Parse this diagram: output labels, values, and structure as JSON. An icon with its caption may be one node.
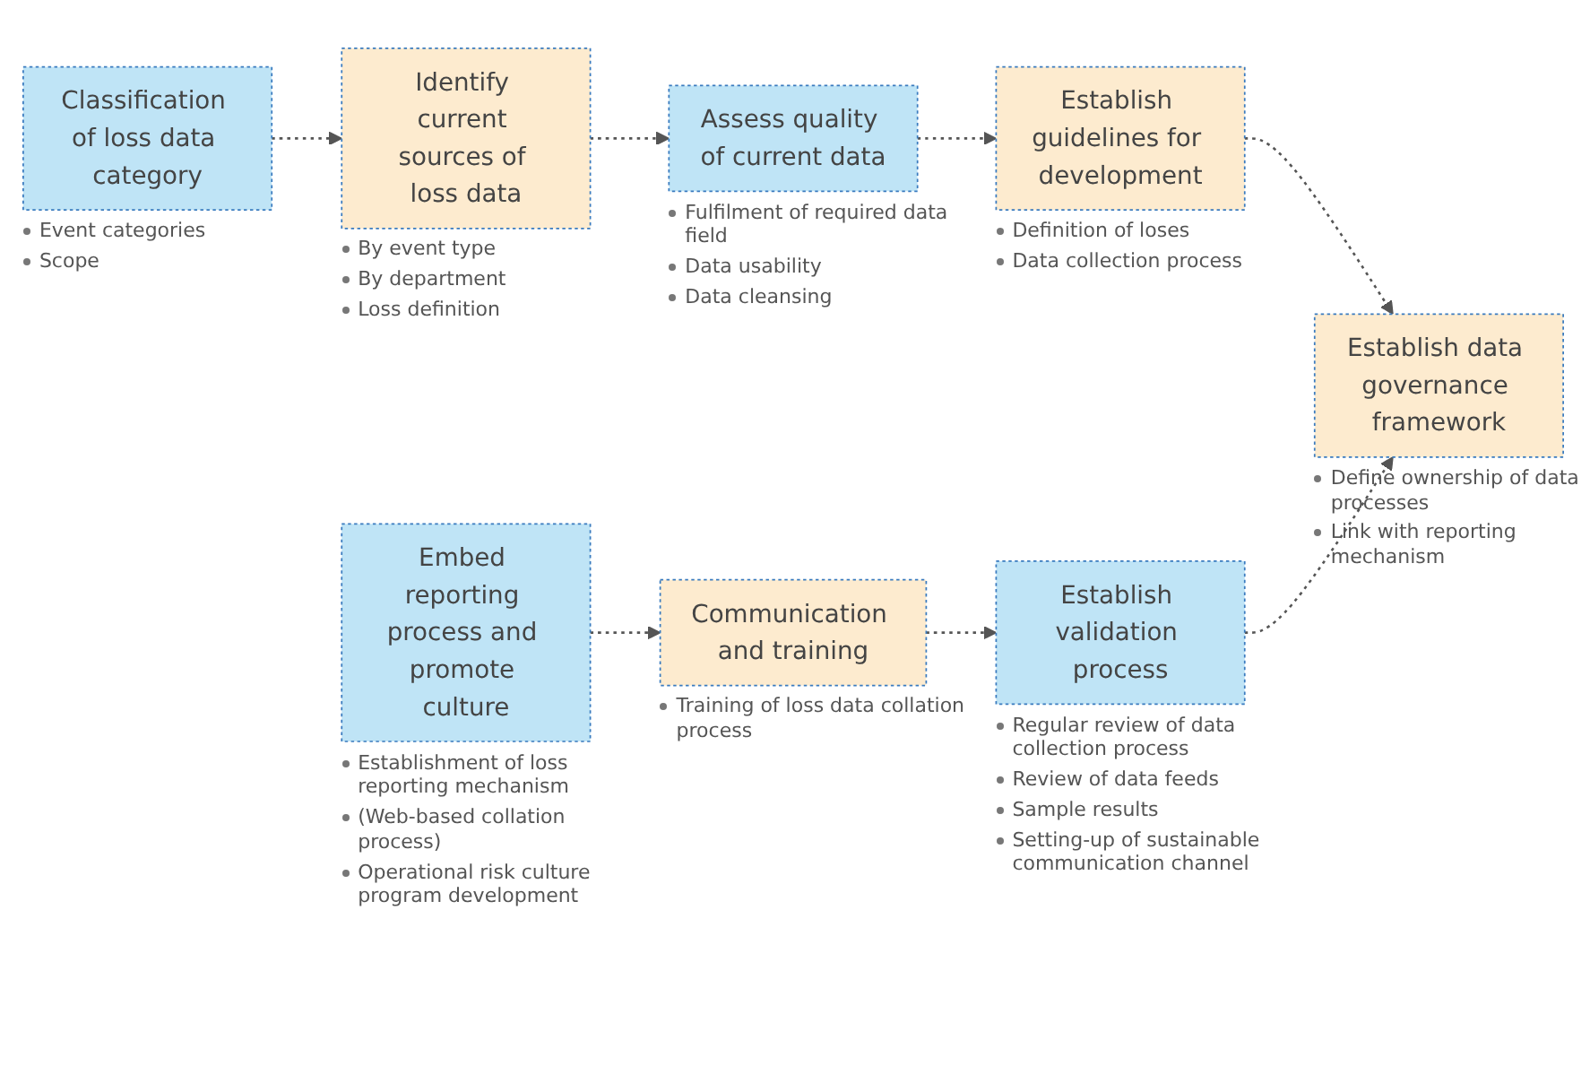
{
  "diagram": {
    "nodes": [
      {
        "text": [
          "Classification of loss data category"
        ],
        "beside": [
          "Event categories",
          "Scope"
        ]
      },
      {
        "text": [
          "Identify current sources of loss data"
        ],
        "beside": [
          "By event type",
          "By department",
          "Loss definition"
        ]
      },
      {
        "text": [
          "Assess quality of current data"
        ],
        "beside": [
          "Fulfilment of required data field",
          "Data usability",
          "Data cleansing"
        ]
      },
      {
        "text": [
          "Establish guidelines for development"
        ],
        "beside": [
          "Definition of loses",
          "Data collection process"
        ]
      },
      {
        "text": [
          "Establish data governance framework"
        ],
        "beside": [
          "Define ownership of data processes",
          "Link with reporting mechanism"
        ]
      },
      {
        "text": [
          "Establish validation process"
        ],
        "beside": [
          "Regular review of data collection process",
          "Review of data feeds",
          "Sample results",
          "Setting-up of sustainable communication channel"
        ]
      },
      {
        "text": [
          "Communication and training"
        ],
        "beside": [
          "Training of loss data collation process"
        ]
      },
      {
        "text": [
          "Embed reporting process and promote culture"
        ],
        "beside": [
          "Establishment of loss reporting mechanism",
          "(Web-based collation process)",
          "Operational risk culture program development"
        ]
      }
    ],
    "edges": [
      {
        "from": 0,
        "to": 1,
        "arrow": "to",
        "style": "dashed"
      },
      {
        "from": 1,
        "to": 2,
        "arrow": "to",
        "style": "dashed"
      },
      {
        "from": 2,
        "to": 3,
        "arrow": "to",
        "style": "dashed"
      },
      {
        "from": 3,
        "to": 4,
        "arrow": "to",
        "style": "dashed"
      },
      {
        "from": 7,
        "to": 6,
        "arrow": "to",
        "style": "dashed"
      },
      {
        "from": 6,
        "to": 5,
        "arrow": "to",
        "style": "dashed"
      },
      {
        "from": 5,
        "to": 4,
        "arrow": "to",
        "style": "dashed"
      }
    ]
  }
}
